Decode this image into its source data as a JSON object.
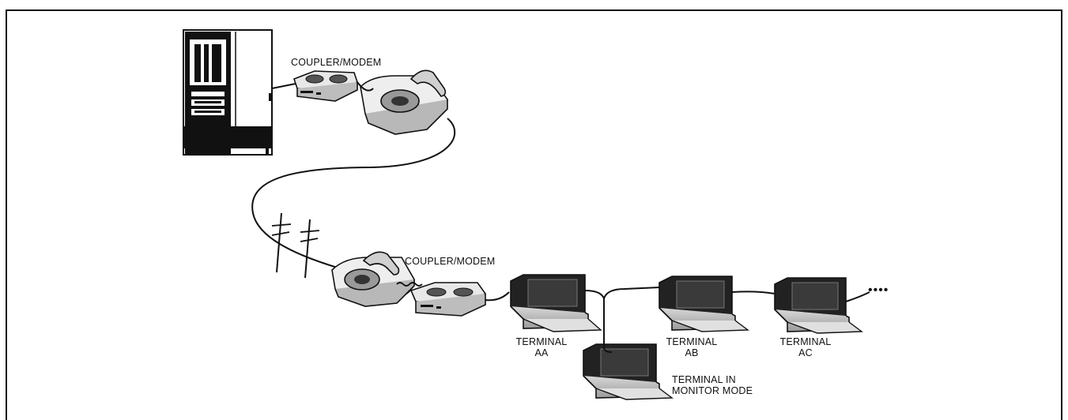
{
  "labels": {
    "coupler_top": "COUPLER/MODEM",
    "coupler_bottom": "COUPLER/MODEM",
    "terminal_aa_1": "TERMINAL",
    "terminal_aa_2": "AA",
    "terminal_ab_1": "TERMINAL",
    "terminal_ab_2": "AB",
    "terminal_ac_1": "TERMINAL",
    "terminal_ac_2": "AC",
    "monitor_1": "TERMINAL IN",
    "monitor_2": "MONITOR MODE",
    "continuation": "••••"
  }
}
